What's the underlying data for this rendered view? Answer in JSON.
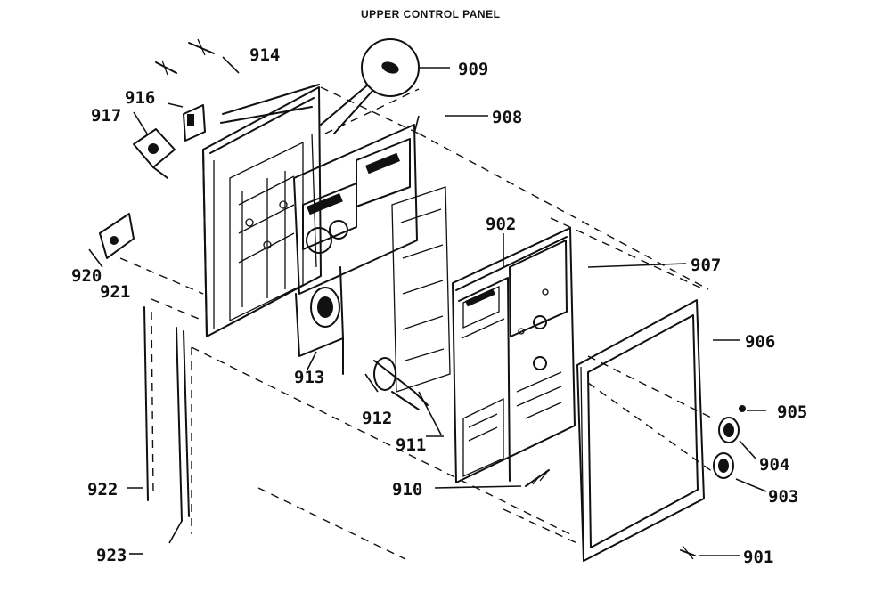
{
  "title": "UPPER CONTROL PANEL",
  "parts": {
    "p901": "901",
    "p902": "902",
    "p903": "903",
    "p904": "904",
    "p905": "905",
    "p906": "906",
    "p907": "907",
    "p908": "908",
    "p909": "909",
    "p910": "910",
    "p911": "911",
    "p912": "912",
    "p913": "913",
    "p914": "914",
    "p916": "916",
    "p917": "917",
    "p920": "920",
    "p921": "921",
    "p922": "922",
    "p923": "923"
  }
}
